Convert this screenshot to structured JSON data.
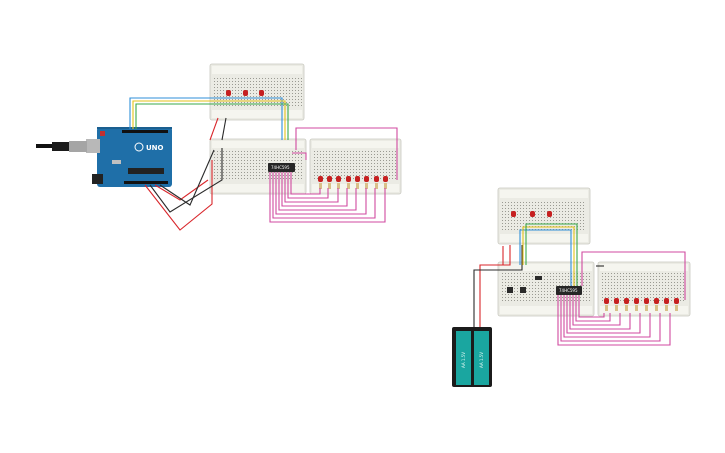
{
  "arduino": {
    "logo_text": "UNO",
    "colors": {
      "board": "#1f6fa8",
      "usb": "#b8b8b8",
      "jack": "#222222"
    }
  },
  "chip_label": "74HC595",
  "battery": {
    "cell1_label": "AA 1.5V",
    "cell2_label": "AA 1.5V",
    "color": "#1aa6a0"
  },
  "colors": {
    "breadboard": "#ebebe4",
    "led": "#c62020",
    "wire_pink": "#d04aa0",
    "wire_red": "#d9262b",
    "wire_black": "#2b2b2b",
    "wire_blue": "#2f8fd8",
    "wire_yellow": "#e3c21a",
    "wire_green": "#3aa84a"
  },
  "icons": [
    "usb-cable-icon",
    "arduino-uno-board",
    "breadboard",
    "led",
    "resistor",
    "shift-register-chip",
    "push-button",
    "battery-pack"
  ]
}
